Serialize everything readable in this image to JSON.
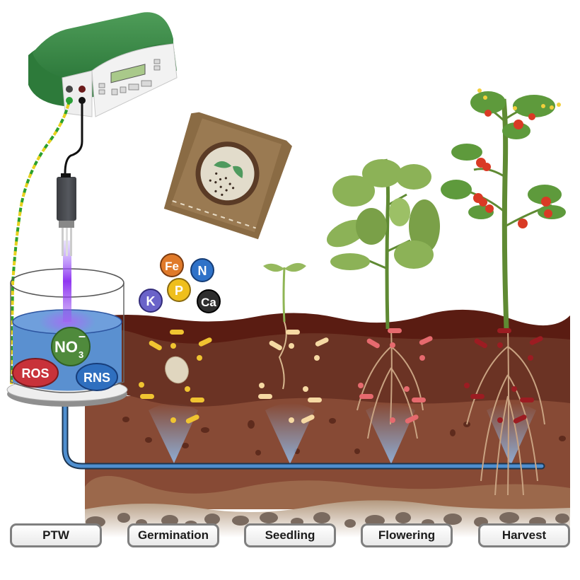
{
  "figure": {
    "description": "Plasma-treated water irrigation across tomato growth stages",
    "stages": [
      {
        "id": "ptw",
        "label": "PTW"
      },
      {
        "id": "germination",
        "label": "Germination"
      },
      {
        "id": "seedling",
        "label": "Seedling"
      },
      {
        "id": "flowering",
        "label": "Flowering"
      },
      {
        "id": "harvest",
        "label": "Harvest"
      }
    ],
    "reactor": {
      "species": [
        {
          "label": "NO",
          "subscript": "3",
          "superscript": "–",
          "color": "#4f8a3c"
        },
        {
          "label": "ROS",
          "color": "#c8323a"
        },
        {
          "label": "RNS",
          "color": "#2f6fbf"
        }
      ]
    },
    "nutrients": [
      {
        "label": "Fe",
        "color": "#e07a2a"
      },
      {
        "label": "N",
        "color": "#2f72c8"
      },
      {
        "label": "P",
        "color": "#efbf1c"
      },
      {
        "label": "K",
        "color": "#6a63c9"
      },
      {
        "label": "Ca",
        "color": "#2e2e2e"
      }
    ],
    "colors": {
      "power_supply": "#3f8c4a",
      "water": "#5a90d0",
      "plasma": "#9a4cf0",
      "soil_top": "#5c1e14",
      "soil_mid": "#6e3526",
      "soil_lower": "#874a35",
      "soil_deep": "#9b684b",
      "gravel": "#7a6a5f",
      "pipe": "#4a86c7",
      "bacteria_germination": "#f0c431",
      "bacteria_seedling": "#f6d9a3",
      "bacteria_flowering": "#e66a6e",
      "bacteria_harvest": "#9c1c22",
      "tomato": "#d93a25",
      "leaf": "#8cb257",
      "fertilizer_bag": "#8a6b44"
    }
  }
}
